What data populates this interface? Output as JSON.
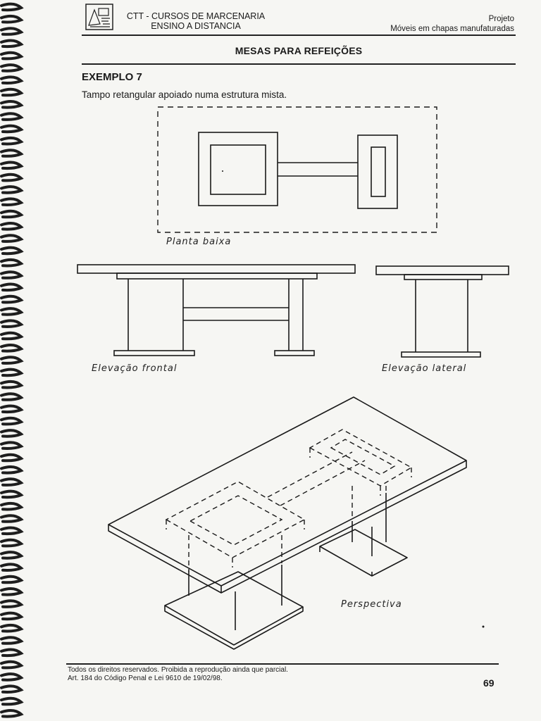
{
  "header": {
    "org_line1": "CTT - CURSOS DE MARCENARIA",
    "org_line2": "ENSINO A DISTANCIA",
    "project_label": "Projeto",
    "project_name": "Móveis em chapas manufaturadas"
  },
  "section_title": "MESAS PARA REFEIÇÕES",
  "example": {
    "title": "EXEMPLO 7",
    "description": "Tampo retangular apoiado numa estrutura mista."
  },
  "labels": {
    "plan": "Planta baixa",
    "front": "Elevação frontal",
    "side": "Elevação lateral",
    "perspective": "Perspectiva"
  },
  "footer": {
    "line1": "Todos os direitos reservados. Proibida a reprodução ainda que parcial.",
    "line2": "Art. 184 do Código Penal e Lei 9610 de 19/02/98."
  },
  "page_number": "69",
  "colors": {
    "ink": "#1a1a1a",
    "paper": "#f6f6f3",
    "spiral": "#1e1e1e"
  }
}
